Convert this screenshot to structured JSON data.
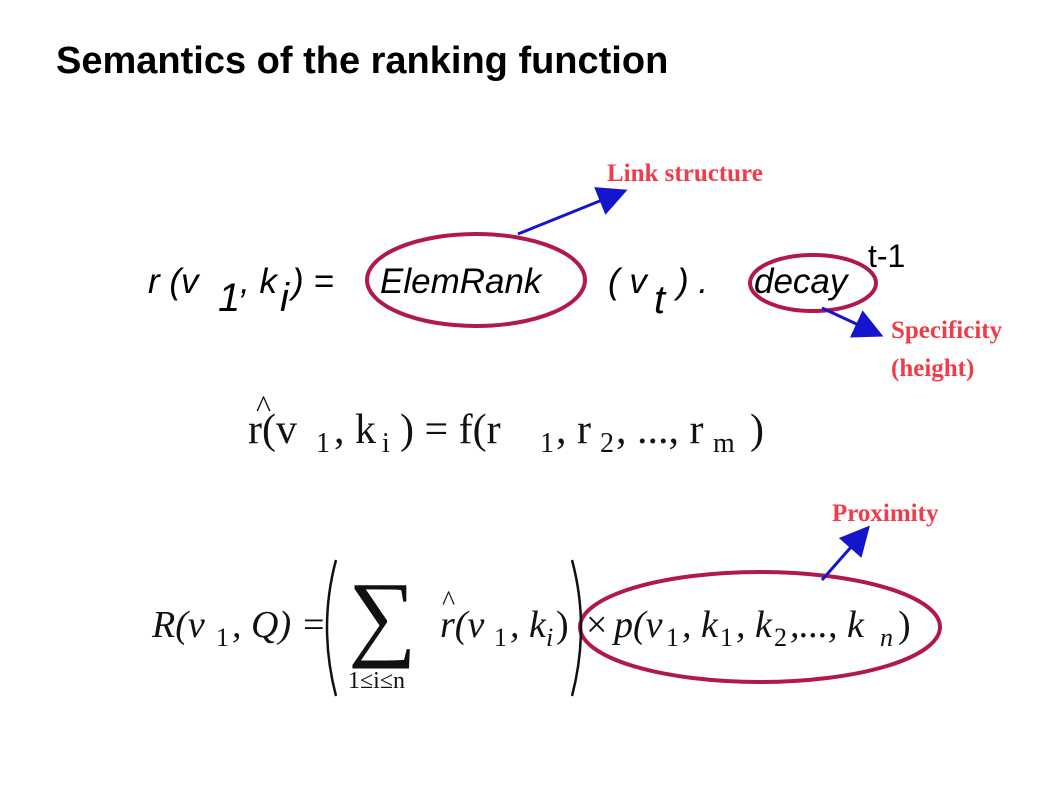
{
  "title": "Semantics of the ranking function",
  "equation1": {
    "r_open": "r (v",
    "sub_1": "1",
    "comma_k": ", k",
    "sub_i": "i",
    "close_eq": ")  =",
    "elemrank": "ElemRank",
    "paren_v": "( v",
    "sub_t": "t",
    "close_dot": ")  .",
    "decay": "decay",
    "exponent": "t-1"
  },
  "equation2": {
    "lhs": "r(v",
    "lhs_sub1": "1",
    "lhs_mid": ", k",
    "lhs_subi": "i",
    "lhs_close": ") = f(r",
    "r_sub1": "1",
    "r_mid": ", r",
    "r_sub2": "2",
    "r_mid2": ", ..., r",
    "r_subm": "m",
    "r_close": ")"
  },
  "equation3": {
    "R": "R(v",
    "R_sub1": "1",
    "R_Q": ", Q) =",
    "sigma": "∑",
    "sum_range": "1≤i≤n",
    "rhat": "r(v",
    "rhat_sub1": "1",
    "rhat_k": ", k",
    "rhat_subi": "i",
    "rhat_close": ")",
    "times": "×",
    "p": "p(v",
    "p_sub1": "1",
    "p_k1": ", k",
    "p_k1_sub": "1",
    "p_k2": ", k",
    "p_k2_sub": "2",
    "p_dots": ",..., k",
    "p_kn_sub": "n",
    "p_close": ")"
  },
  "annotations": {
    "link_structure": "Link structure",
    "specificity": "Specificity",
    "height": "(height)",
    "proximity": "Proximity"
  },
  "colors": {
    "annotation_text": "#ef3b4a",
    "ellipse": "#b0184f",
    "arrow": "#1515cc"
  }
}
